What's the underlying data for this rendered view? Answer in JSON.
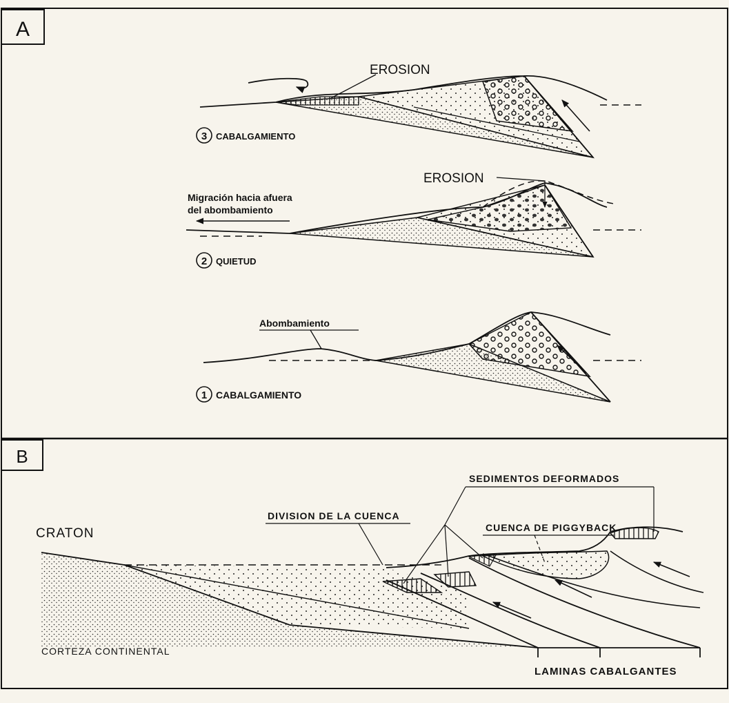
{
  "panel_a": {
    "tag": "A",
    "stage3": {
      "number": "3",
      "label": "CABALGAMIENTO",
      "erosion": "EROSION"
    },
    "stage2": {
      "number": "2",
      "label": "QUIETUD",
      "erosion": "EROSION",
      "migration_line1": "Migración hacia afuera",
      "migration_line2": "del abombamiento"
    },
    "stage1": {
      "number": "1",
      "label": "CABALGAMIENTO",
      "bulge": "Abombamiento"
    }
  },
  "panel_b": {
    "tag": "B",
    "craton": "CRATON",
    "division": "DIVISION DE LA CUENCA",
    "deformed": "SEDIMENTOS DEFORMADOS",
    "piggyback": "CUENCA DE PIGGYBACK",
    "crust": "CORTEZA CONTINENTAL",
    "sheets": "LAMINAS CABALGANTES"
  },
  "colors": {
    "ink": "#111111",
    "paper": "#f7f4ec"
  }
}
